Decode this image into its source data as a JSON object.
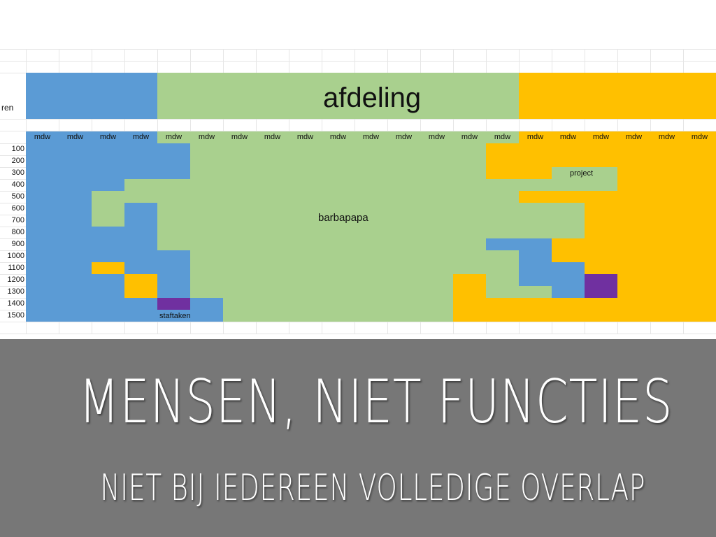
{
  "sheet": {
    "header_label": "afdeling",
    "left_label": "ren",
    "column_label": "mdw",
    "row_labels": [
      "100",
      "200",
      "300",
      "400",
      "500",
      "600",
      "700",
      "800",
      "900",
      "1000",
      "1100",
      "1200",
      "1300",
      "1400",
      "1500"
    ],
    "area_labels": {
      "barbapapa": "barbapapa",
      "project": "project",
      "staftaken": "staftaken"
    },
    "colors": {
      "blue": "#5b9bd5",
      "green": "#a9d08e",
      "orange": "#ffc000",
      "purple": "#7030a0"
    }
  },
  "slide": {
    "title": "MENSEN, NIET FUNCTIES",
    "subtitle": "NIET BIJ IEDEREEN VOLLEDIGE OVERLAP"
  }
}
